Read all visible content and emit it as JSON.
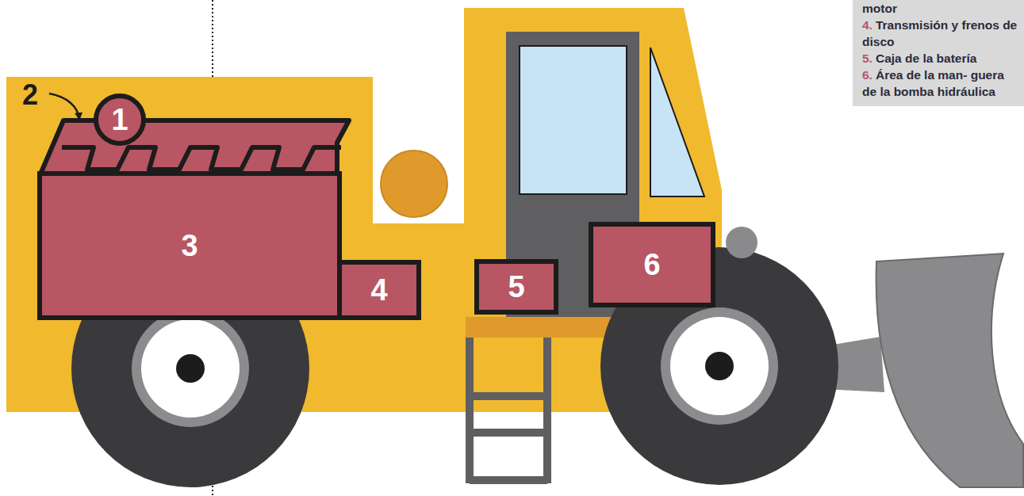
{
  "diagram": {
    "nodes": [
      {
        "text": [
          "1"
        ]
      },
      {
        "text": [
          "3"
        ]
      },
      {
        "text": [
          "4"
        ]
      },
      {
        "text": [
          "5"
        ]
      },
      {
        "text": [
          "6"
        ]
      },
      {
        "text": [
          "motor",
          "4.",
          "Transmisión y frenos de disco",
          "5.",
          "Caja de la batería",
          "6.",
          "Área de la man- guera de la bomba hidráulica"
        ]
      }
    ],
    "labels": [
      "2"
    ]
  }
}
